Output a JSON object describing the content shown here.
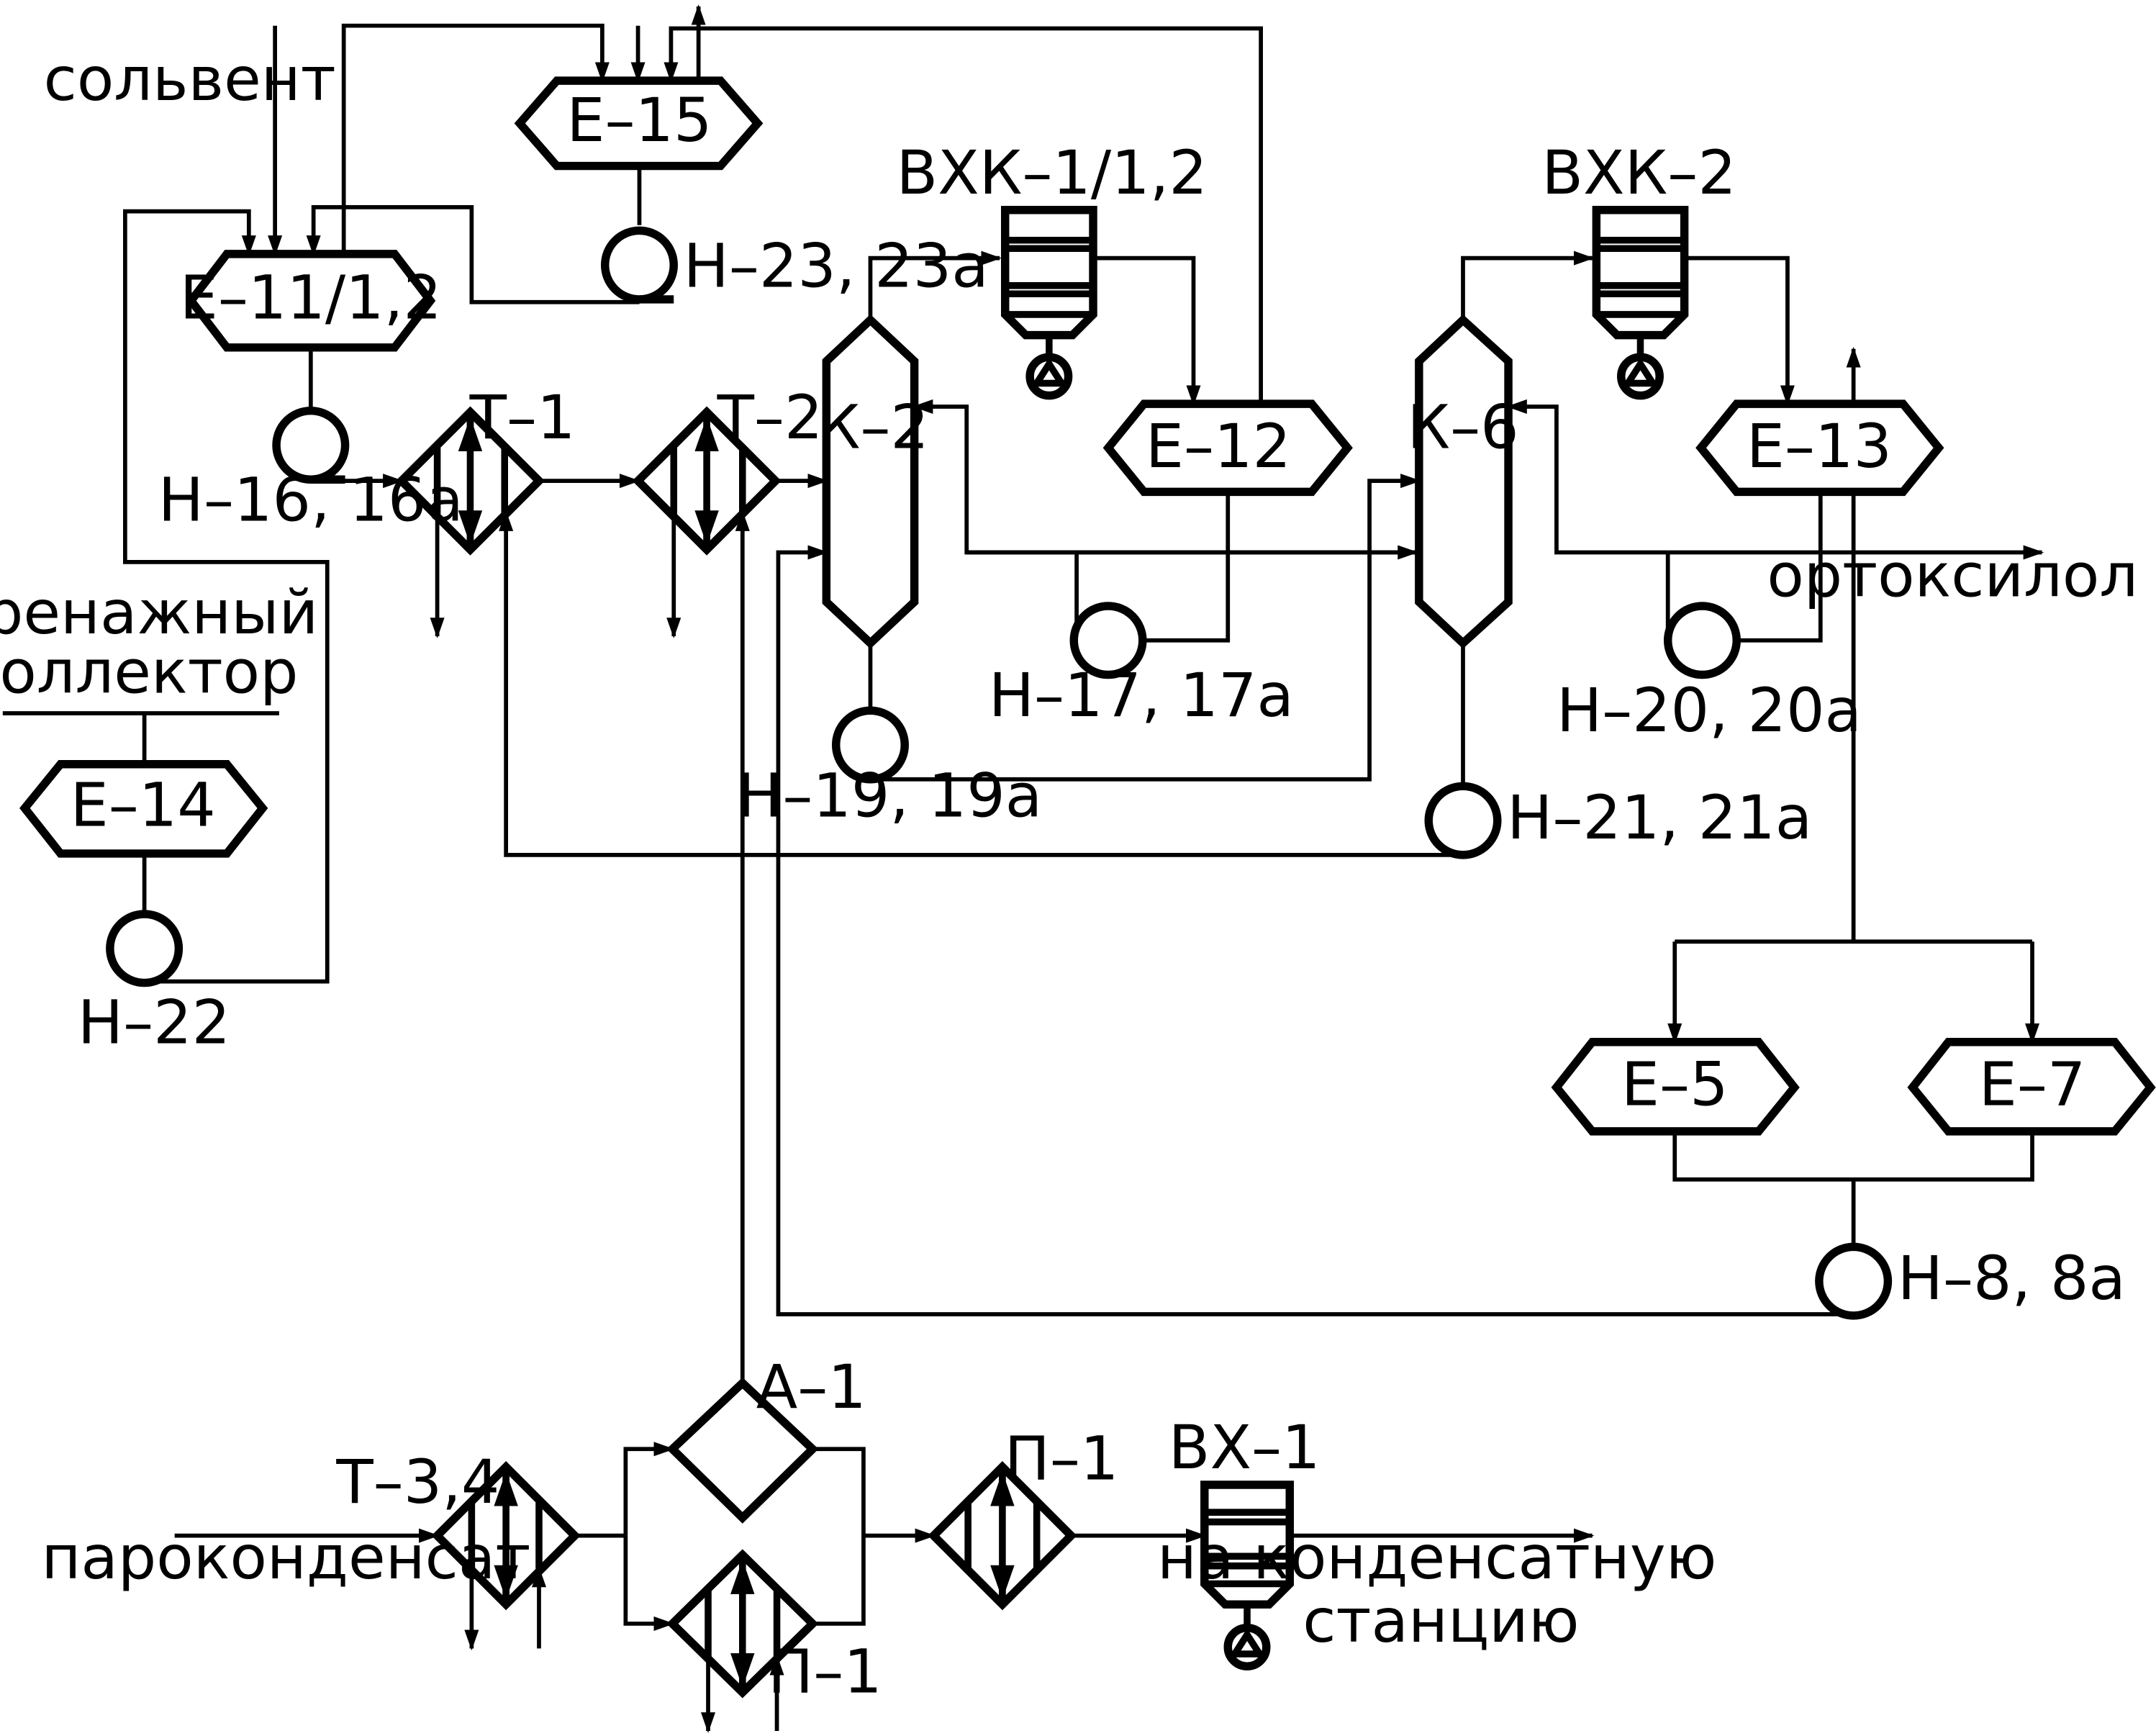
{
  "labels": {
    "solvent": "сольвент",
    "drain_line1": "дренажный",
    "drain_line2": "коллектор",
    "orthoxylene": "ортоксилол",
    "steam_condensate": "пароконденсат",
    "to_station_line1": "на конденсатную",
    "to_station_line2": "станцию"
  },
  "vessels": {
    "e15": "Е–15",
    "e11": "Е–11/1,2",
    "e12": "Е–12",
    "e13": "Е–13",
    "e14": "Е–14",
    "e5": "Е–5",
    "e7": "Е–7"
  },
  "columns": {
    "k2": "К–2",
    "k6": "К–6"
  },
  "condensers": {
    "vhk1": "ВХК–1/1,2",
    "vhk2": "ВХК–2",
    "vh1": "ВХ–1"
  },
  "exchangers": {
    "t1": "Т–1",
    "t2": "Т–2",
    "t34": "Т–3,4",
    "p1_top": "П–1",
    "p1_bottom": "П–1",
    "a1": "А–1"
  },
  "pumps": {
    "n23": "Н–23, 23а",
    "n16": "Н–16, 16а",
    "n17": "Н–17, 17а",
    "n19": "Н–19, 19а",
    "n20": "Н–20, 20а",
    "n21": "Н–21, 21а",
    "n22": "Н–22",
    "n8": "Н–8, 8а"
  }
}
